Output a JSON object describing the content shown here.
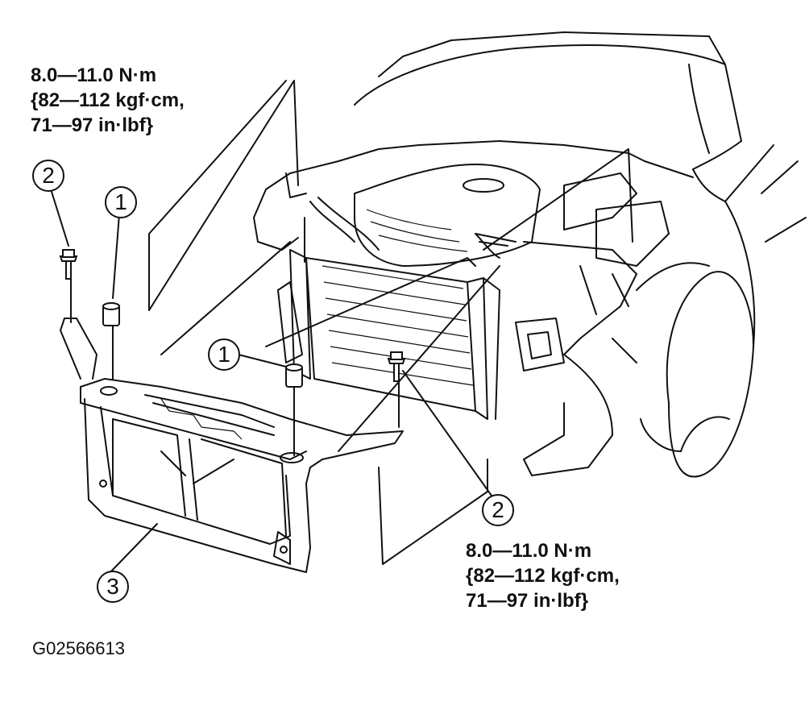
{
  "torque_top": {
    "line1": "8.0—11.0 N·m",
    "line2": "{82—112 kgf·cm,",
    "line3": "71—97 in·lbf}"
  },
  "torque_bottom": {
    "line1": "8.0—11.0 N·m",
    "line2": "{82—112 kgf·cm,",
    "line3": "71—97 in·lbf}"
  },
  "callouts": {
    "c2_top_left": "2",
    "c1_top": "1",
    "c1_mid": "1",
    "c2_bottom": "2",
    "c3": "3"
  },
  "figure_id": "G02566613"
}
